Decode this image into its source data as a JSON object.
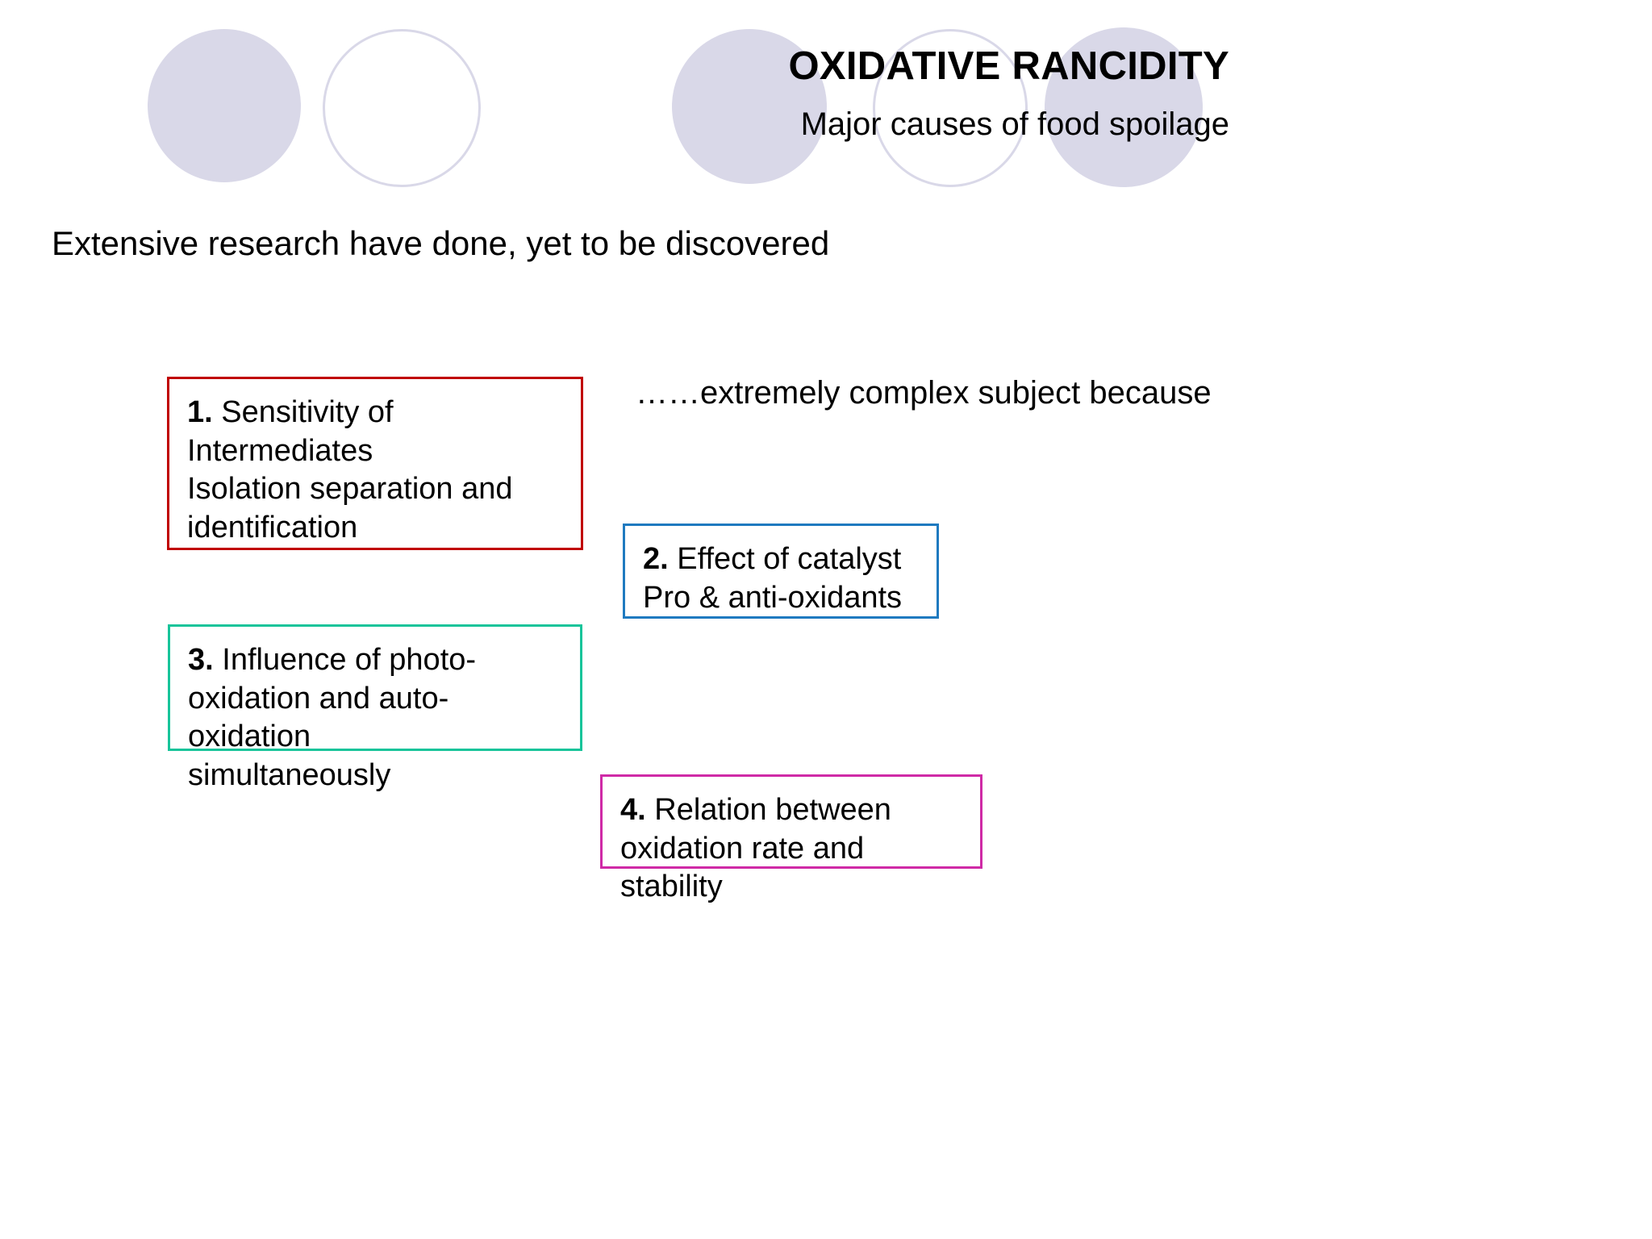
{
  "slide": {
    "background_color": "#ffffff",
    "title": "OXIDATIVE RANCIDITY",
    "subtitle": "Major causes of food spoilage",
    "intro_line": "Extensive research have done, yet to be discovered",
    "lead_in_line": "……extremely complex subject because"
  },
  "decor": {
    "circle_color": "#d9d8e8",
    "circles": [
      {
        "name": "circle-filled-1",
        "style": "filled"
      },
      {
        "name": "circle-outline-1",
        "style": "outline"
      },
      {
        "name": "circle-filled-2",
        "style": "filled"
      },
      {
        "name": "circle-outline-2",
        "style": "outline"
      },
      {
        "name": "circle-filled-3",
        "style": "filled"
      }
    ]
  },
  "points": [
    {
      "number": "1.",
      "text": " Sensitivity of\nIntermediates\nIsolation separation and\nidentification",
      "border_color": "#c00000"
    },
    {
      "number": "2.",
      "text": " Effect of catalyst\nPro & anti-oxidants",
      "border_color": "#1f7ac0"
    },
    {
      "number": "3.",
      "text": " Influence of photo-\noxidation and auto-oxidation\nsimultaneously",
      "border_color": "#18c49a"
    },
    {
      "number": "4.",
      "text": " Relation between\noxidation rate and stability",
      "border_color": "#cf2aa6"
    }
  ]
}
